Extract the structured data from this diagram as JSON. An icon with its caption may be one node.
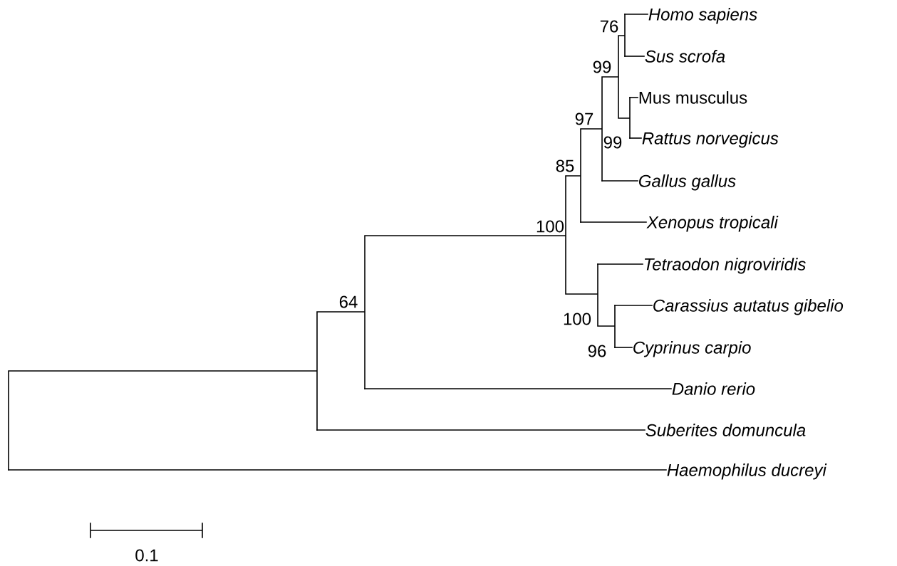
{
  "diagram": {
    "nodes": [
      {
        "text": [
          "Homo sapiens"
        ]
      },
      {
        "text": [
          "Sus scrofa"
        ]
      },
      {
        "text": [
          "Mus musculus"
        ]
      },
      {
        "text": [
          "Rattus norvegicus"
        ]
      },
      {
        "text": [
          "Gallus gallus"
        ]
      },
      {
        "text": [
          "Xenopus tropicali"
        ]
      },
      {
        "text": [
          "Tetraodon nigroviridis"
        ]
      },
      {
        "text": [
          "Carassius autatus gibelio"
        ]
      },
      {
        "text": [
          "Cyprinus carpio"
        ]
      },
      {
        "text": [
          "Danio rerio"
        ]
      },
      {
        "text": [
          "Suberites domuncula"
        ]
      },
      {
        "text": [
          "Haemophilus ducreyi"
        ]
      }
    ],
    "edges": [
      {
        "from": null,
        "to": 0,
        "arrow": "none"
      },
      {
        "from": null,
        "to": 1,
        "arrow": "none"
      },
      {
        "from": null,
        "to": 2,
        "arrow": "none"
      },
      {
        "from": null,
        "to": 3,
        "arrow": "none"
      },
      {
        "from": null,
        "to": 4,
        "arrow": "none"
      },
      {
        "from": null,
        "to": 5,
        "arrow": "none"
      },
      {
        "from": null,
        "to": 6,
        "arrow": "none"
      },
      {
        "from": null,
        "to": 7,
        "arrow": "none"
      },
      {
        "from": null,
        "to": 8,
        "arrow": "none"
      },
      {
        "from": null,
        "to": 9,
        "arrow": "none"
      },
      {
        "from": null,
        "to": 10,
        "arrow": "none"
      },
      {
        "from": null,
        "to": 11,
        "arrow": "none"
      }
    ],
    "labels": [
      "76",
      "99",
      "97",
      "99",
      "85",
      "100",
      "64",
      "100",
      "96",
      "0.1"
    ]
  }
}
